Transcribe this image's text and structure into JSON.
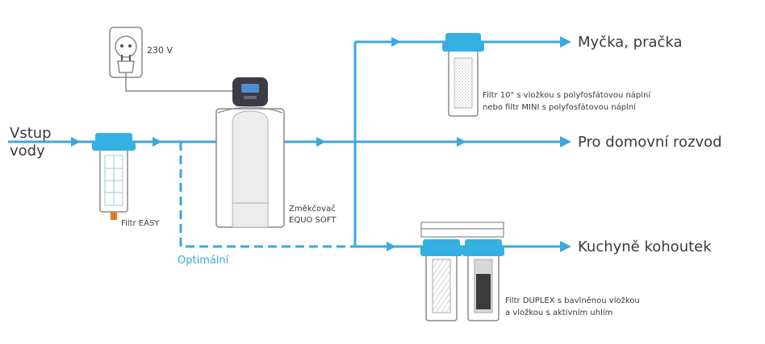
{
  "labels": {
    "inlet_line1": "Vstup",
    "inlet_line2": "vody",
    "voltage": "230 V",
    "filter_easy": "Filtr EASY",
    "softener_line1": "Změkčovač",
    "softener_line2": "EQUO SOFT",
    "optimal": "Optimální",
    "out_dishwasher": "Myčka, pračka",
    "out_house": "Pro domovní rozvod",
    "out_kitchen": "Kuchyně kohoutek",
    "filter10_line1": "Filtr 10\" s vložkou s polyfosfátovou náplní",
    "filter10_line2": "nebo filtr MINI s polyfosfátovou náplní",
    "duplex_line1": "Filtr DUPLEX s bavlněnou vložkou",
    "duplex_line2": "a vložkou s aktivním uhlím"
  },
  "colors": {
    "pipe": "#3aa8dc",
    "filter_head": "#35b0e3",
    "text": "#3a3a3a",
    "outline": "#8a8a8a",
    "carbon": "#3c3c3c",
    "valve": "#3c3c48",
    "cap": "#e07a20"
  }
}
